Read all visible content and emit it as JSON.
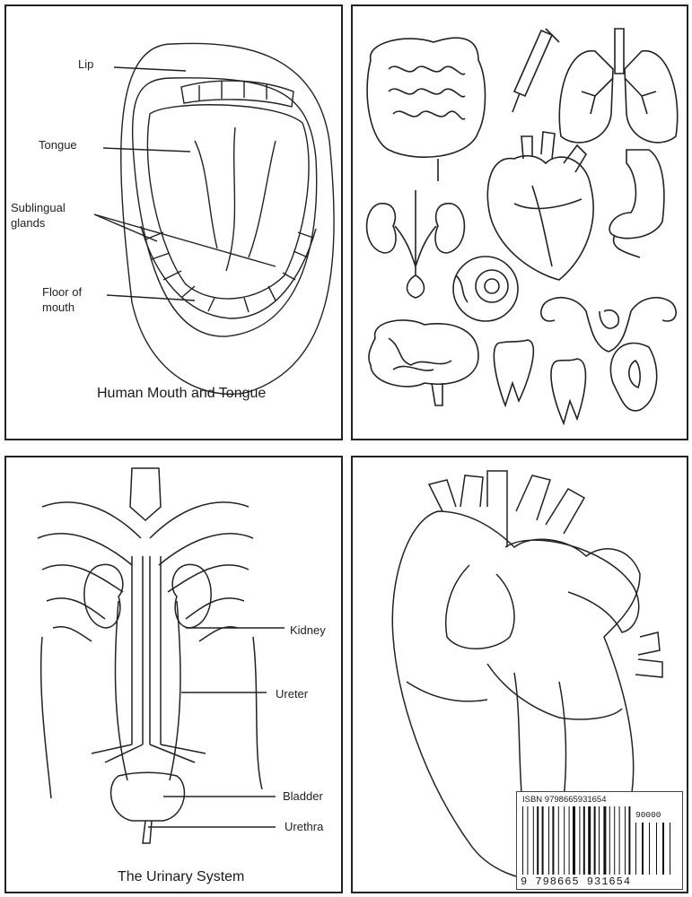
{
  "mouth": {
    "labels": {
      "lip": "Lip",
      "tongue": "Tongue",
      "sublingual": "Sublingual\nglands",
      "floor": "Floor of\nmouth"
    },
    "caption": "Human Mouth and Tongue"
  },
  "organs": {
    "icons": [
      "intestines-icon",
      "syringe-icon",
      "lungs-icon",
      "kidney-icon",
      "heart-icon",
      "stomach-icon",
      "eyeball-icon",
      "uterus-icon",
      "brain-icon",
      "tooth-icon",
      "ear-icon"
    ]
  },
  "urinary": {
    "labels": {
      "kidney": "Kidney",
      "ureter": "Ureter",
      "bladder": "Bladder",
      "urethra": "Urethra"
    },
    "caption": "The Urinary System"
  },
  "barcode": {
    "isbn_text": "ISBN 9798665931654",
    "price_code": "90000",
    "digits": "9 798665 931654"
  }
}
